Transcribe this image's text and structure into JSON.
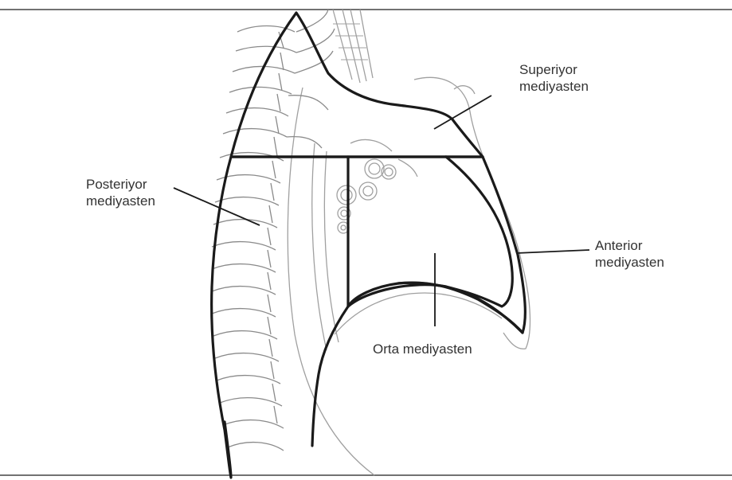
{
  "labels": {
    "superior": {
      "line1": "Superiyor",
      "line2": "mediyasten"
    },
    "posterior": {
      "line1": "Posteriyor",
      "line2": "mediyasten"
    },
    "anterior": {
      "line1": "Anterior",
      "line2": "mediyasten"
    },
    "middle": {
      "line1": "Orta mediyasten"
    }
  },
  "colors": {
    "outline": "#1a1a1a",
    "sketch": "#9a9a9a",
    "label_text": "#333333",
    "background": "#ffffff"
  }
}
